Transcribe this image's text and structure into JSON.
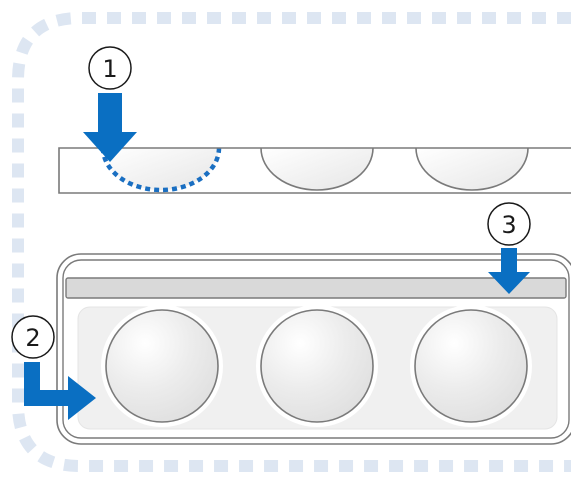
{
  "steps": [
    {
      "number": "1"
    },
    {
      "number": "2"
    },
    {
      "number": "3"
    }
  ],
  "colors": {
    "arrow": "#0a6fc2",
    "frame_dash": "#dde6f2",
    "outline": "#7a7a7a",
    "lid": "#d9d9d9",
    "tray": "#f0f0f0",
    "cup": "#ececec",
    "hidden_cup": "#1a6fc2"
  },
  "icons": {
    "step_badge": "circled-number",
    "step_arrow": "down-arrow",
    "insert_arrow": "elbow-right-arrow"
  }
}
